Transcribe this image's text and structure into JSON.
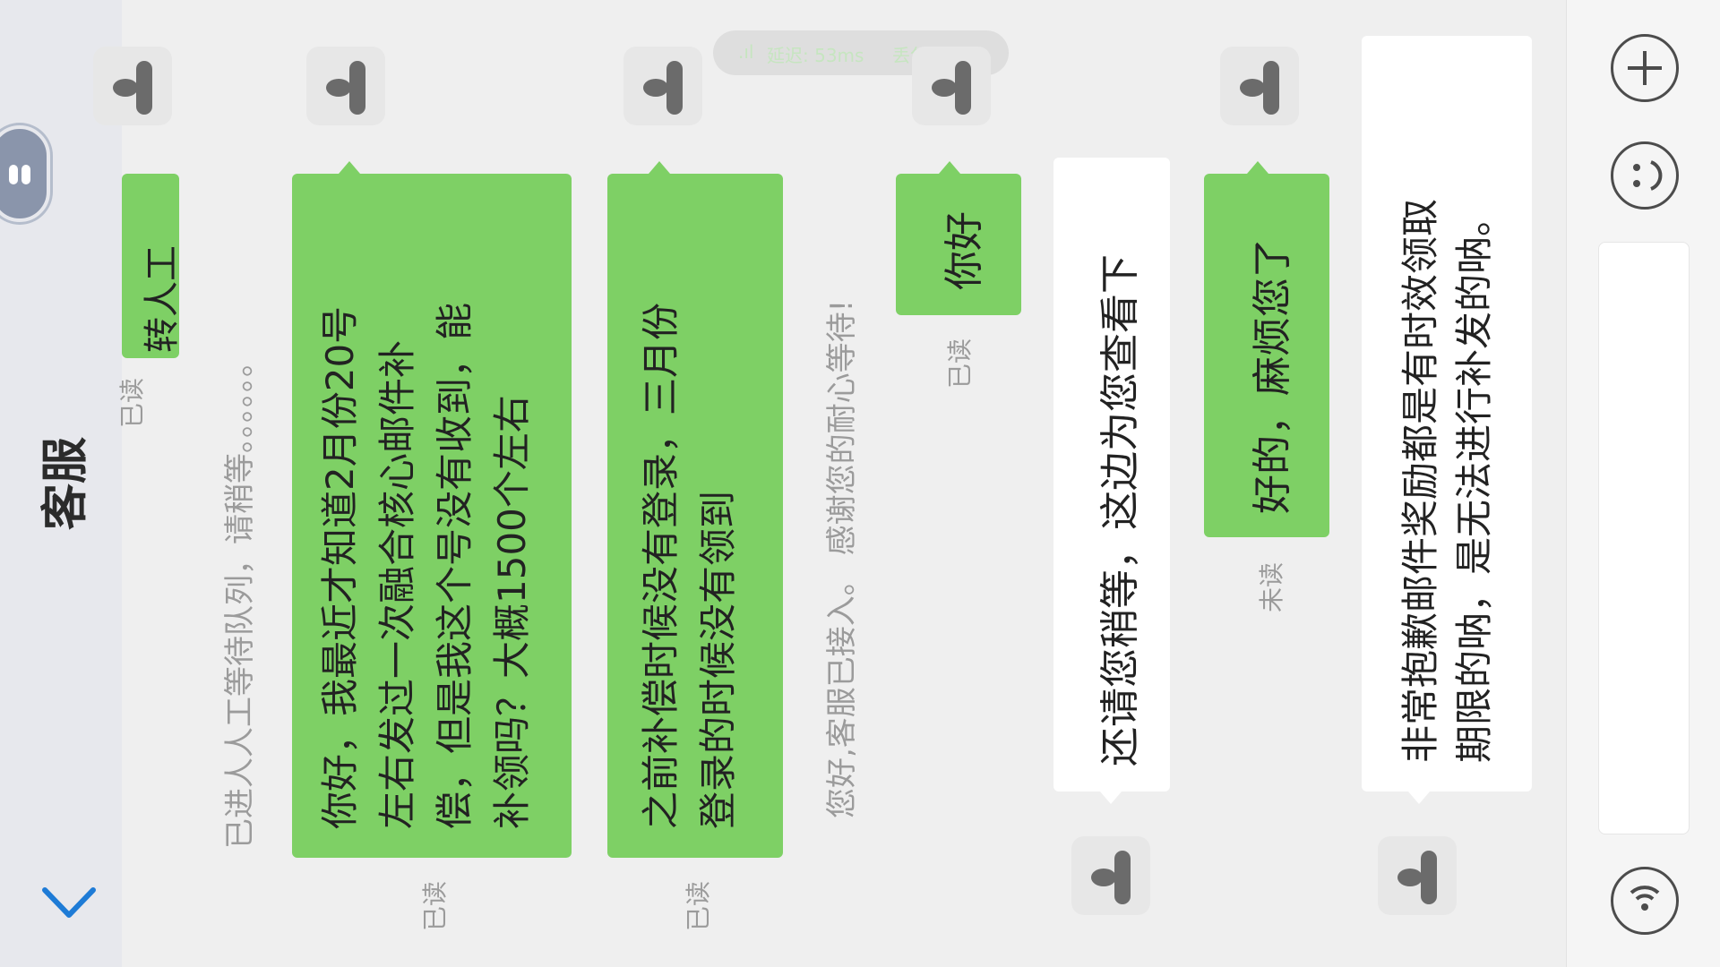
{
  "header": {
    "title": "客服"
  },
  "network": {
    "signal": ".ıl",
    "latency": "延迟: 53ms",
    "loss": "丢包: 0%"
  },
  "messages": {
    "partial_user": "转人工",
    "partial_status": "已读",
    "system_queue": "已进人人工等待队列，请稍等。。。。。。",
    "msg1_lines": [
      "你好，我最近才知道2月份20号",
      "左右发过一次融合核心邮件补",
      "偿，但是我这个号没有收到，能",
      "补领吗？大概1500个左右"
    ],
    "msg1_status": "已读",
    "msg2_lines": [
      "之前补偿时候没有登录，三月份",
      "登录的时候没有领到"
    ],
    "msg2_status": "已读",
    "system_connected": "您好,客服已接入。 感谢您的耐心等待!",
    "msg3": "你好",
    "msg3_status": "已读",
    "agent1": "还请您稍等，这边为您查看下",
    "msg4": "好的，麻烦您了",
    "msg4_status": "未读",
    "agent2_lines": [
      "非常抱歉邮件奖励都是有时效领取",
      "期限的呐，是无法进行补发的呐。"
    ]
  },
  "icons": [
    "robot-icon",
    "chevron-down-icon",
    "plus-icon",
    "emoji-icon",
    "wifi-icon",
    "avatar-icon"
  ],
  "colors": {
    "bubble_green": "#7ed065",
    "accent_blue": "#1e7bd6",
    "background": "#efefef"
  }
}
